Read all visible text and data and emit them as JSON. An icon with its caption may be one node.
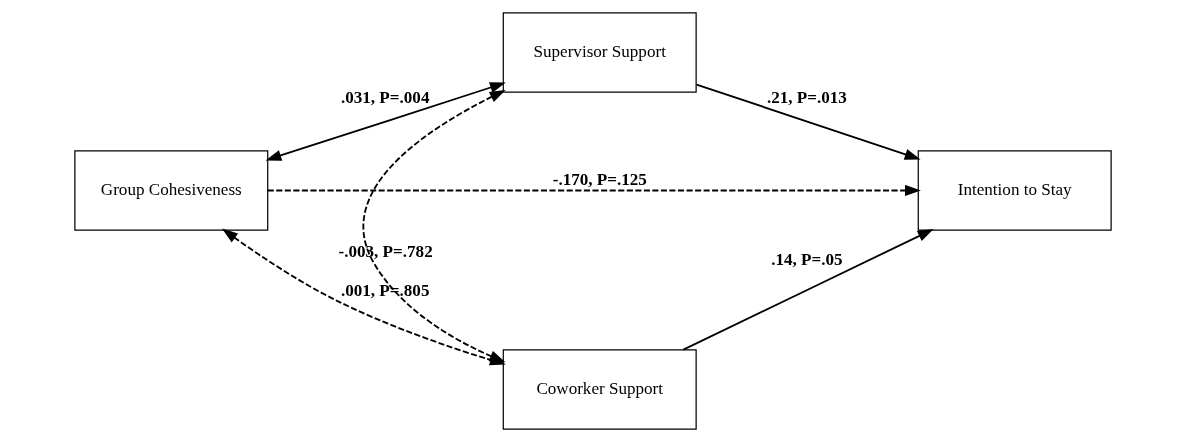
{
  "diagram": {
    "nodes": [
      {
        "text": [
          "Supervisor Support"
        ]
      },
      {
        "text": [
          "Group Cohesiveness"
        ]
      },
      {
        "text": [
          "Intention to Stay"
        ]
      },
      {
        "text": [
          "Coworker Support"
        ]
      }
    ],
    "edges": [
      {
        "from": 1,
        "to": 0,
        "arrow": "both",
        "label": ".031, P=.004"
      },
      {
        "from": 0,
        "to": 2,
        "arrow": "to",
        "label": ".21, P=.013"
      },
      {
        "from": 1,
        "to": 2,
        "arrow": "to",
        "style": "dashed",
        "label": "-.170, P=.125"
      },
      {
        "from": 0,
        "to": 3,
        "arrow": "both",
        "style": "dashed",
        "label": "-.003, P=.782"
      },
      {
        "from": 1,
        "to": 3,
        "arrow": "both",
        "style": "dashed",
        "label": ".001, P=.805"
      },
      {
        "from": 3,
        "to": 2,
        "arrow": "to",
        "label": ".14, P=.05"
      }
    ]
  }
}
